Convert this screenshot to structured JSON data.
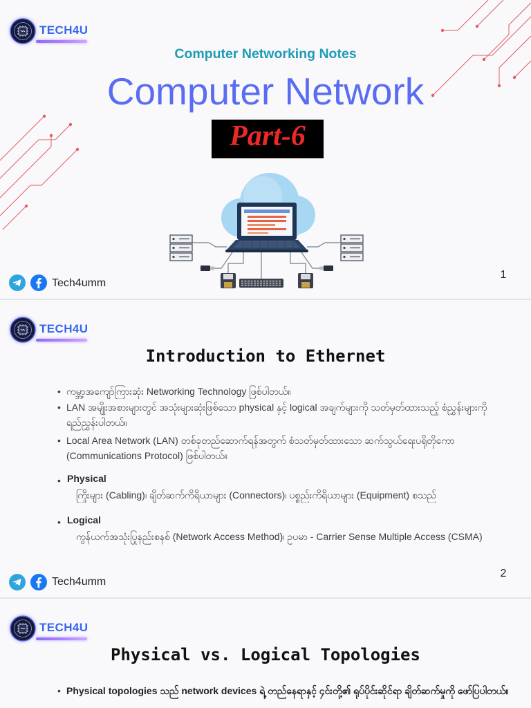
{
  "brand": {
    "name": "TECH4U"
  },
  "colors": {
    "title_blue": "#5a6df2",
    "teal": "#1e9bb4",
    "part_red": "#ee2828",
    "brand_blue": "#3466ee",
    "brand_purple": "#a883f8",
    "telegram": "#2ea5dd",
    "facebook": "#1877f2",
    "circuit": "#e25d63"
  },
  "icons": {
    "logo": "brain-chip-logo-icon",
    "telegram": "telegram-icon",
    "facebook": "facebook-icon",
    "illustration": "cloud-laptop-network-illustration",
    "decoration": "circuit-lines"
  },
  "slides": [
    {
      "subtitle": "Computer Networking Notes",
      "title": "Computer Network",
      "part_label": "Part-6",
      "footer_handle": "Tech4umm",
      "page_number": "1"
    },
    {
      "title": "Introduction to Ethernet",
      "bullets": [
        "ကမ္ဘာ့အကျော်ကြားဆုံး Networking Technology ဖြစ်ပါတယ်။",
        "LAN အမျိုးအစားများတွင် အသုံးများဆုံးဖြစ်သော physical နှင့် logical အချက်များကို သတ်မှတ်ထားသည့် စံညွှန်းများကို ရည်ညွှန်းပါတယ်။",
        "Local Area Network (LAN) တစ်ခုတည်ဆောက်ရန်အတွက် စံသတ်မှတ်ထားသော ဆက်သွယ်ရေးပရိုတိုကော (Communications Protocol) ဖြစ်ပါတယ်။"
      ],
      "sections": [
        {
          "heading": "Physical",
          "text": "ကြိုးများ (Cabling)၊ ချိတ်ဆက်ကိရိယာများ (Connectors)၊ ပစ္စည်းကိရိယာများ (Equipment) စသည်"
        },
        {
          "heading": "Logical",
          "text": "ကွန်ယက်အသုံးပြုနည်းစနစ် (Network Access Method)၊ ဥပမာ - Carrier Sense Multiple Access (CSMA)"
        }
      ],
      "footer_handle": "Tech4umm",
      "page_number": "2"
    },
    {
      "title": "Physical vs. Logical Topologies",
      "bullets": [
        "Physical topologies သည် network devices ရဲ့ တည်နေရာနှင့် ၄င်းတို့၏ ရုပ်ပိုင်းဆိုင်ရာ ချိတ်ဆက်မှုကို ဖော်ပြပါတယ်။"
      ]
    }
  ]
}
